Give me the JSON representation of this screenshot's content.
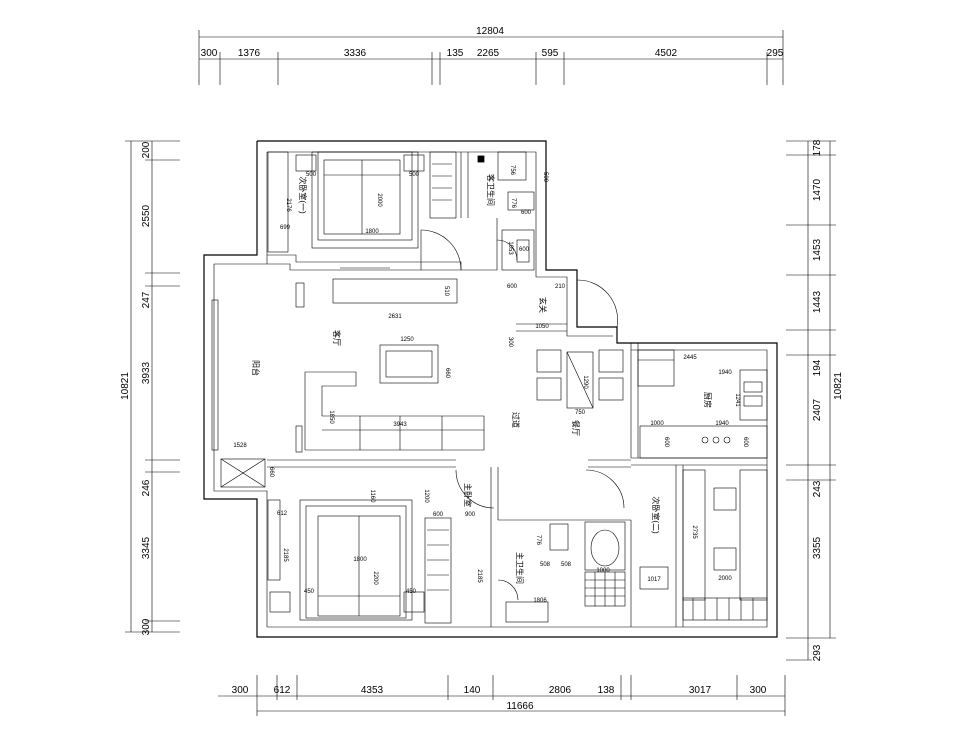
{
  "dimensions": {
    "top_total": "12804",
    "top": [
      "300",
      "1376",
      "3336",
      "135",
      "2265",
      "595",
      "4502",
      "295"
    ],
    "bottom_total": "11666",
    "bottom": [
      "300",
      "612",
      "4353",
      "140",
      "2806",
      "138",
      "3017",
      "300"
    ],
    "left_total": "10821",
    "left": [
      "200",
      "2550",
      "247",
      "3933",
      "246",
      "3345",
      "300"
    ],
    "right_total": "10821",
    "right": [
      "178",
      "1470",
      "1453",
      "1443",
      "194",
      "2407",
      "243",
      "3355",
      "293"
    ]
  },
  "rooms": {
    "secondary_bedroom_1": "次卧室(一)",
    "secondary_bedroom_2": "次卧室(二)",
    "master_bedroom": "主卧室",
    "living_room": "客厅",
    "balcony": "阳台",
    "entrance": "玄关",
    "kitchen": "厨房",
    "dining": "餐厅",
    "aisle": "过道",
    "guest_bath": "客卫生间",
    "master_bath": "主卫生间"
  },
  "labels": {
    "bed1_width": "1800",
    "bed1_length": "2000",
    "bed1_side": "500",
    "bed1_side2": "500",
    "wardrobe1": "2176",
    "shelf1": "699",
    "tv_cabinet_len": "2631",
    "tv_cabinet_depth": "510",
    "guest_bath_a": "756",
    "guest_bath_b": "500",
    "guest_bath_c": "776",
    "guest_bath_d": "600",
    "guest_bath_e": "1053",
    "guest_bath_f": "600",
    "entrance_a": "600",
    "entrance_b": "210",
    "entrance_c": "1050",
    "entrance_d": "300",
    "coffee_table_w": "1250",
    "coffee_table_h": "660",
    "sofa_len": "3943",
    "sofa_depth": "1850",
    "balcony_cab": "1528",
    "balcony_h": "660",
    "dining_table": "1290",
    "dining_w": "750",
    "kitchen_a": "2445",
    "kitchen_b": "1940",
    "kitchen_c": "1241",
    "kitchen_d": "1000",
    "kitchen_e": "1940",
    "kitchen_f": "600",
    "kitchen_g": "600",
    "master_door": "1160",
    "master_cab": "1200",
    "master_wall": "612",
    "master_ward": "2185",
    "master_bed_w": "1800",
    "master_bed_l": "2200",
    "master_side": "450",
    "master_side2": "450",
    "master_closet": "600",
    "master_closet2": "900",
    "master_closet3": "2185",
    "mbath_a": "776",
    "mbath_b": "508",
    "mbath_c": "508",
    "mbath_d": "1000",
    "mbath_e": "1806",
    "bed2_a": "2735",
    "bed2_b": "2000",
    "bed2_c": "1017"
  }
}
